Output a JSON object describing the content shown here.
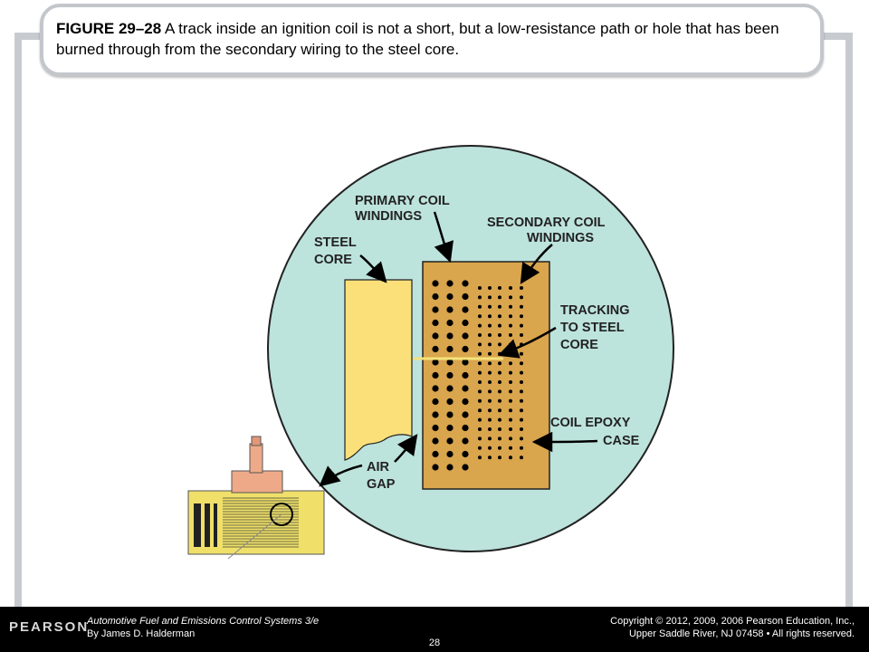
{
  "caption": {
    "figure_label": "FIGURE 29–28",
    "text": " A track inside an ignition coil is not a short, but a low-resistance path or hole that has been burned through from the secondary wiring to the steel core."
  },
  "diagram": {
    "labels": {
      "primary_line1": "PRIMARY COIL",
      "primary_line2": "WINDINGS",
      "secondary_line1": "SECONDARY COIL",
      "secondary_line2": "WINDINGS",
      "steel_line1": "STEEL",
      "steel_line2": "CORE",
      "tracking_line1": "TRACKING",
      "tracking_line2": "TO STEEL",
      "tracking_line3": "CORE",
      "epoxy_line1": "COIL EPOXY",
      "epoxy_line2": "CASE",
      "airgap_line1": "AIR",
      "airgap_line2": "GAP"
    },
    "colors": {
      "circle_fill": "#bde3dd",
      "epoxy_case": "#d9a54d",
      "steel_core": "#fbe07a",
      "track": "#f4e27a",
      "ink": "#000000"
    }
  },
  "footer": {
    "logo": "PEARSON",
    "book_title": "Automotive Fuel and Emissions Control Systems 3/e",
    "author": "By James D. Halderman",
    "copyright_line1": "Copyright © 2012, 2009, 2006 Pearson Education, Inc.,",
    "copyright_line2": "Upper Saddle River, NJ 07458 • All rights reserved.",
    "page_number": "28"
  }
}
